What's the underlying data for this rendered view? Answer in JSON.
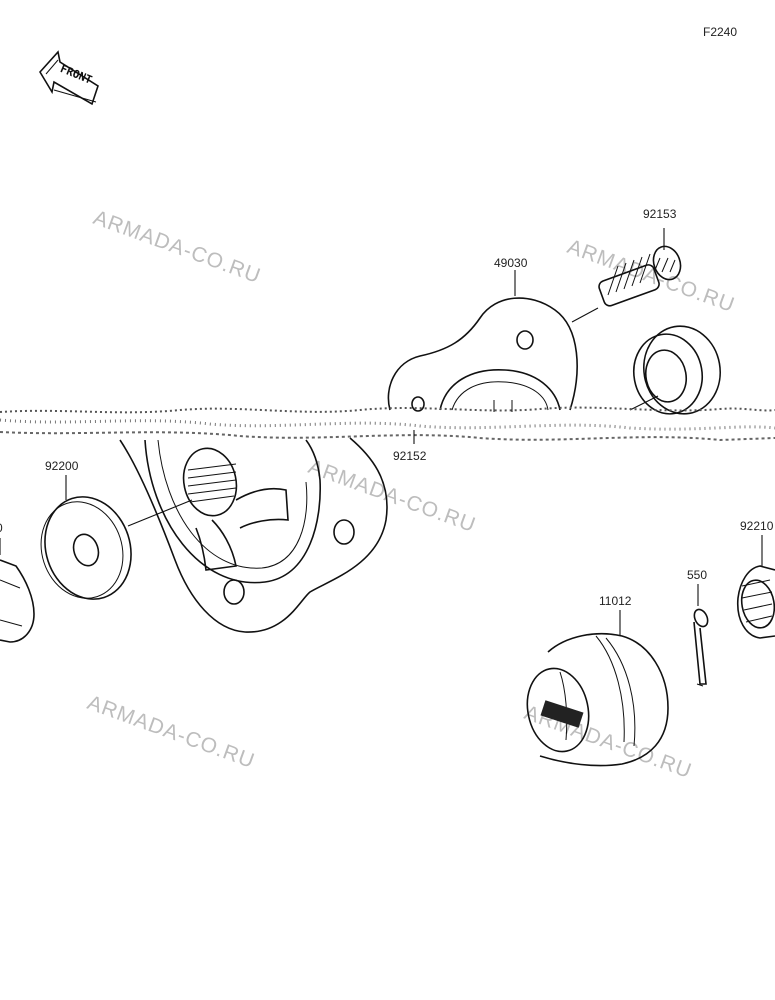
{
  "figure_code": "F2240",
  "front_arrow_text": "FRONT",
  "watermark_text": "ARMADA-CO.RU",
  "parts": {
    "p92153": "92153",
    "p49030": "49030",
    "p92152": "92152",
    "p92200": "92200",
    "p92210": "92210",
    "p550": "550",
    "p11012": "11012",
    "p_left_cut": "0"
  },
  "colors": {
    "line": "#111111",
    "watermark": "#bdbdbd",
    "background": "#ffffff"
  }
}
